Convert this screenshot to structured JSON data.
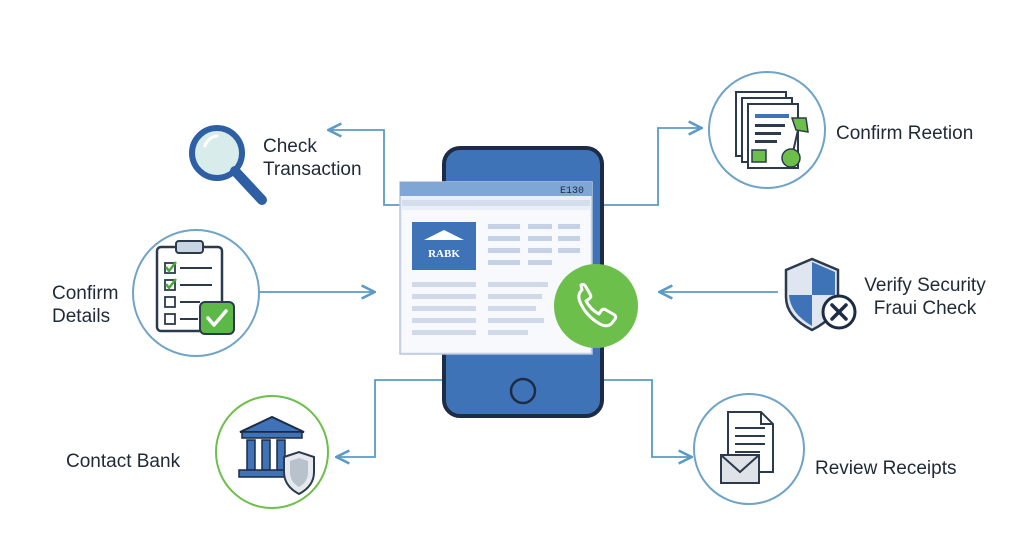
{
  "nodes": {
    "check_transaction": {
      "label_lines": [
        "Check",
        "Transaction"
      ]
    },
    "confirm_details": {
      "label_lines": [
        "Confirm",
        "Details"
      ]
    },
    "contact_bank": {
      "label": "Contact Bank"
    },
    "confirm_reetion": {
      "label": "Confirm Reetion"
    },
    "verify_security": {
      "label_lines": [
        "Verify Security",
        "Fraui Check"
      ]
    },
    "review_receipts": {
      "label": "Review Receipts"
    }
  },
  "phone": {
    "screen_header_text": "E130",
    "bank_badge_text": "RABK"
  },
  "colors": {
    "blue_ring": "#6fa3c7",
    "green_ring": "#6cbf4a",
    "phone_blue": "#3f73b8",
    "arrow": "#5b9ac4",
    "call_green": "#6cbf4a"
  }
}
